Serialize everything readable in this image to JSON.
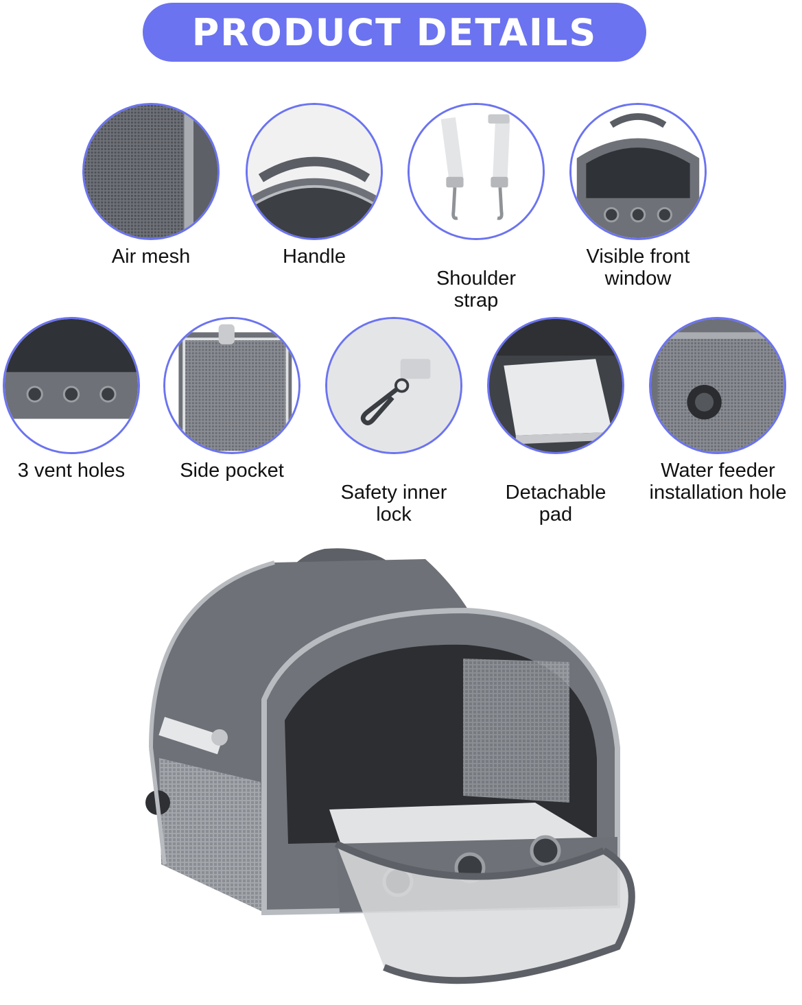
{
  "banner": {
    "title": "PRODUCT DETAILS"
  },
  "features_row1": [
    {
      "label": "Air mesh",
      "icon": "air-mesh"
    },
    {
      "label": "Handle",
      "icon": "handle"
    },
    {
      "label": "Shoulder strap",
      "icon": "shoulder-strap"
    },
    {
      "label": "Visible front window",
      "icon": "front-window"
    }
  ],
  "features_row2": [
    {
      "label": "3 vent holes",
      "icon": "vent-holes"
    },
    {
      "label": "Side pocket",
      "icon": "side-pocket"
    },
    {
      "label": "Safety inner lock",
      "icon": "inner-lock"
    },
    {
      "label": "Detachable pad",
      "icon": "pad"
    },
    {
      "label": "Water feeder installation hole",
      "icon": "water-hole"
    }
  ],
  "colors": {
    "accent": "#6b73f0",
    "carrier": "#6e7177",
    "mesh": "#8a8d93",
    "trim": "#b8bbbf"
  }
}
